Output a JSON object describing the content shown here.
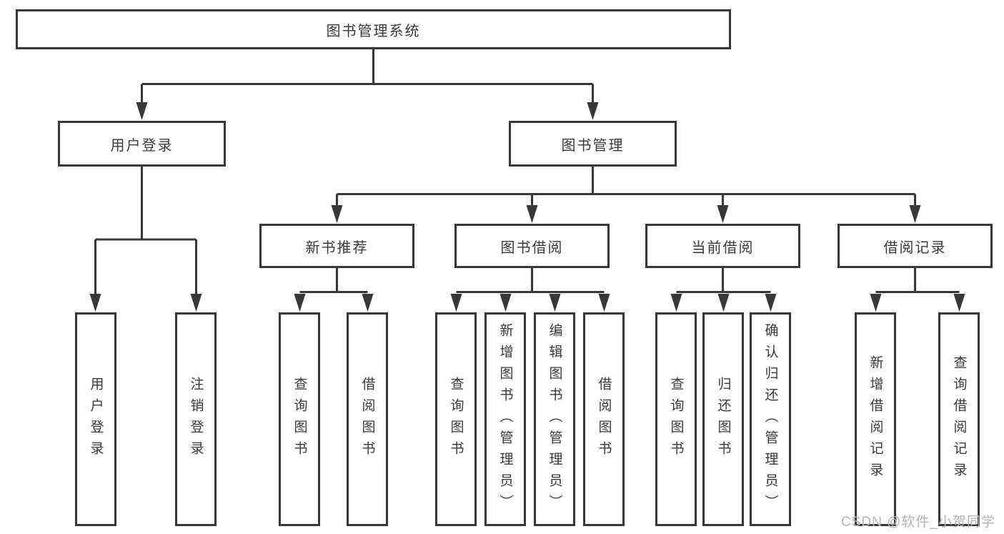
{
  "diagram": {
    "root": {
      "label": "图书管理系统",
      "children": [
        {
          "label": "用户登录",
          "children": [
            {
              "label": "用户登录"
            },
            {
              "label": "注销登录"
            }
          ]
        },
        {
          "label": "图书管理",
          "children": [
            {
              "label": "新书推荐",
              "children": [
                {
                  "label": "查询图书"
                },
                {
                  "label": "借阅图书"
                }
              ]
            },
            {
              "label": "图书借阅",
              "children": [
                {
                  "label": "查询图书"
                },
                {
                  "label": "新增图书（管理员）"
                },
                {
                  "label": "编辑图书（管理员）"
                },
                {
                  "label": "借阅图书"
                }
              ]
            },
            {
              "label": "当前借阅",
              "children": [
                {
                  "label": "查询图书"
                },
                {
                  "label": "归还图书"
                },
                {
                  "label": "确认归还（管理员）"
                }
              ]
            },
            {
              "label": "借阅记录",
              "children": [
                {
                  "label": "新增借阅记录"
                },
                {
                  "label": "查询借阅记录"
                }
              ]
            }
          ]
        }
      ]
    }
  },
  "watermark": {
    "text": "CSDN @软件_小贺同学"
  },
  "colors": {
    "line": "#383838",
    "box_border": "#383838",
    "text": "#3a3a3a",
    "background": "#ffffff",
    "watermark": "#b5b5b5"
  }
}
